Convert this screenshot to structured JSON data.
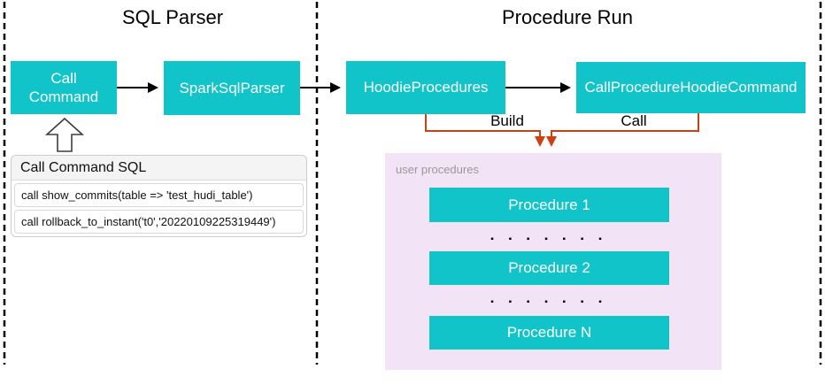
{
  "colors": {
    "teal": "#10c4c9",
    "pink_panel": "#f3e3f6",
    "orange": "#cf4011",
    "line_black": "#000000",
    "gray_label": "#999999"
  },
  "sections": {
    "sql_parser": {
      "title": "SQL Parser"
    },
    "procedure_run": {
      "title": "Procedure Run"
    }
  },
  "nodes": {
    "call_command": "Call Command",
    "spark_sql_parser": "SparkSqlParser",
    "hoodie_procedures": "HoodieProcedures",
    "call_procedure_hoodie_command": "CallProcedureHoodieCommand"
  },
  "edges": {
    "build_label": "Build",
    "call_label": "Call"
  },
  "sql_card": {
    "title": "Call Command SQL",
    "rows": [
      "call show_commits(table => 'test_hudi_table')",
      "call rollback_to_instant('t0','20220109225319449')"
    ]
  },
  "user_procedures": {
    "label": "user procedures",
    "items": [
      "Procedure 1",
      "Procedure 2",
      "Procedure N"
    ],
    "ellipsis": "▪ ▪ ▪ ▪ ▪ ▪ ▪"
  }
}
